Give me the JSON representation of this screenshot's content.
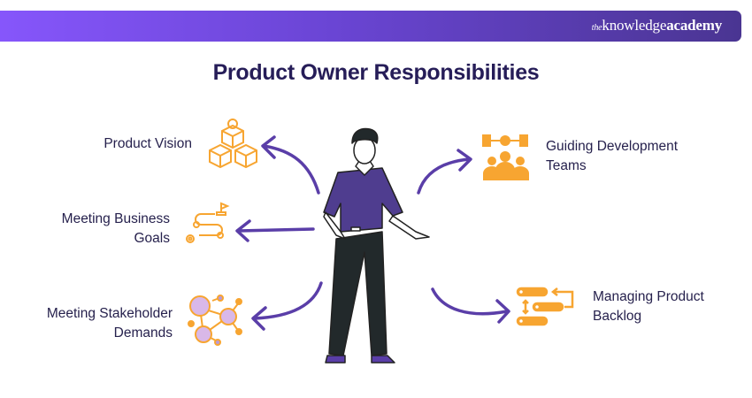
{
  "brand": {
    "prefix": "the",
    "name1": "knowledge",
    "name2": "academy"
  },
  "title": "Product Owner Responsibilities",
  "items": [
    {
      "line1": "Product Vision",
      "line2": "",
      "icon": "boxes-icon"
    },
    {
      "line1": "Meeting Business",
      "line2": "Goals",
      "icon": "roadmap-icon"
    },
    {
      "line1": "Meeting Stakeholder",
      "line2": "Demands",
      "icon": "network-icon"
    },
    {
      "line1": "Guiding Development",
      "line2": "Teams",
      "icon": "team-icon"
    },
    {
      "line1": "Managing Product",
      "line2": "Backlog",
      "icon": "backlog-icon"
    }
  ],
  "colors": {
    "accent": "#f7a531",
    "arrow": "#5a3ea8",
    "shirt": "#4f3d8f",
    "pants": "#22292b",
    "title": "#261d58"
  }
}
